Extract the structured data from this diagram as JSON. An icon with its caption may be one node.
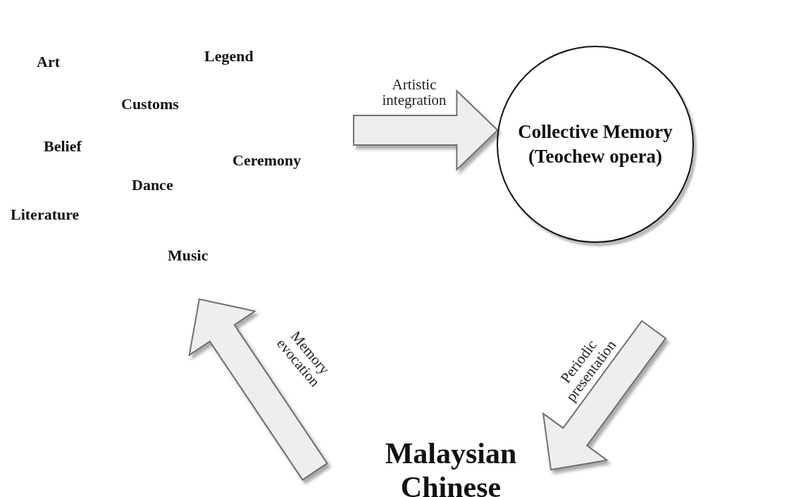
{
  "diagram": {
    "nodes": [
      {
        "text": [
          "Art",
          "Legend",
          "Customs",
          "Belief",
          "Ceremony",
          "Dance",
          "Literature",
          "Music"
        ]
      },
      {
        "text": [
          "Collective Memory (Teochew opera)"
        ]
      },
      {
        "text": [
          "Malaysian Chinese"
        ]
      }
    ],
    "edges": [
      {
        "from": 0,
        "to": 1,
        "arrow": "to",
        "label": "Artistic integration"
      },
      {
        "from": 1,
        "to": 2,
        "arrow": "to",
        "label": "Periodic presentation"
      },
      {
        "from": 2,
        "to": 0,
        "arrow": "to",
        "label": "Memory evocation"
      }
    ]
  }
}
